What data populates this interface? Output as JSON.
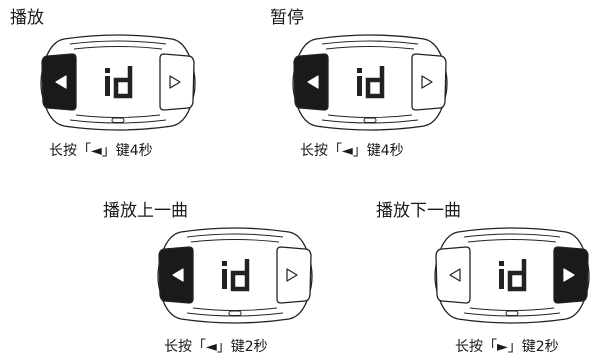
{
  "panels": [
    {
      "id": "play",
      "heading": "播放",
      "caption": "长按「◄」键4秒",
      "active": "left"
    },
    {
      "id": "pause",
      "heading": "暂停",
      "caption": "长按「◄」键4秒",
      "active": "left"
    },
    {
      "id": "prev",
      "heading": "播放上一曲",
      "caption": "长按「◄」键2秒",
      "active": "left"
    },
    {
      "id": "next",
      "heading": "播放下一曲",
      "caption": "长按「►」键2秒",
      "active": "right"
    }
  ],
  "device": {
    "logo": "id",
    "icons": {
      "left": "left-triangle-icon",
      "right": "right-triangle-icon",
      "bottom": "bottom-slot-icon"
    }
  },
  "colors": {
    "active": "#1a1a1a",
    "line": "#222222",
    "inactive": "#ffffff"
  }
}
